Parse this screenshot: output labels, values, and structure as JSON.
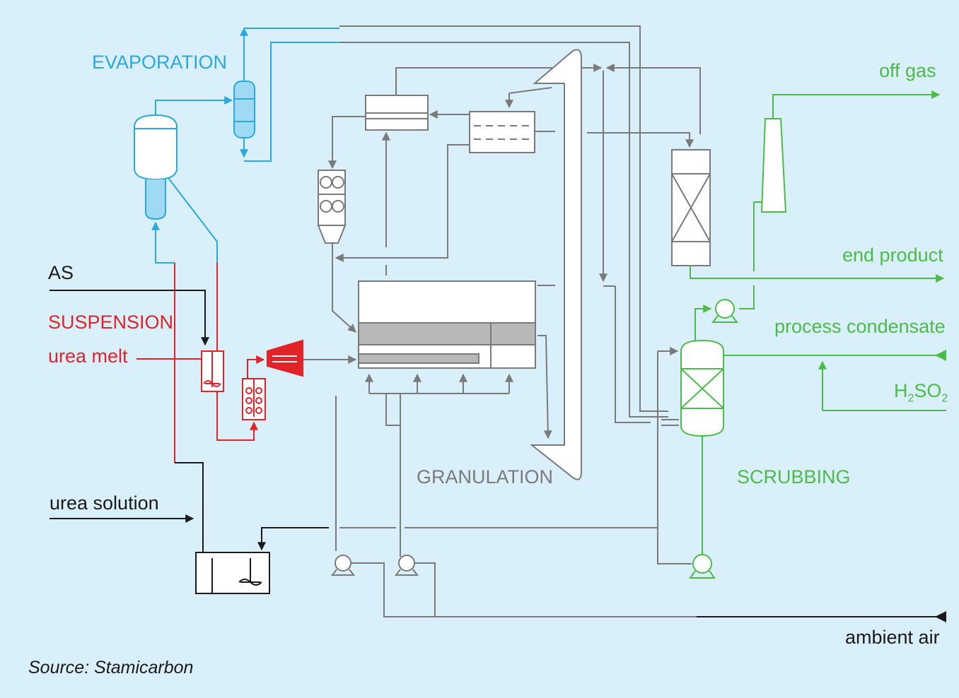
{
  "colors": {
    "background": "#d9eff9",
    "gray_process": "#7a7a7a",
    "blue_evaporation": "#29a9e0",
    "red_suspension": "#e2232a",
    "green_scrubbing": "#4dbb4a",
    "black_feed": "#1a1a1a"
  },
  "labels": {
    "evaporation": "EVAPORATION",
    "as": "AS",
    "suspension": "SUSPENSION",
    "urea_melt": "urea melt",
    "urea_solution": "urea solution",
    "granulation": "GRANULATION",
    "scrubbing": "SCRUBBING",
    "off_gas": "off gas",
    "end_product": "end product",
    "process_condensate": "process condensate",
    "h2so4": {
      "h": "H",
      "sub1": "2",
      "so": "SO",
      "sub2": "2"
    },
    "ambient_air": "ambient air"
  },
  "source": "Source: Stamicarbon",
  "icons": [
    "pump-icon",
    "mixer-icon",
    "heat-exchanger-icon",
    "cyclone-icon",
    "packed-column-icon",
    "stack-icon",
    "fan-icon"
  ]
}
